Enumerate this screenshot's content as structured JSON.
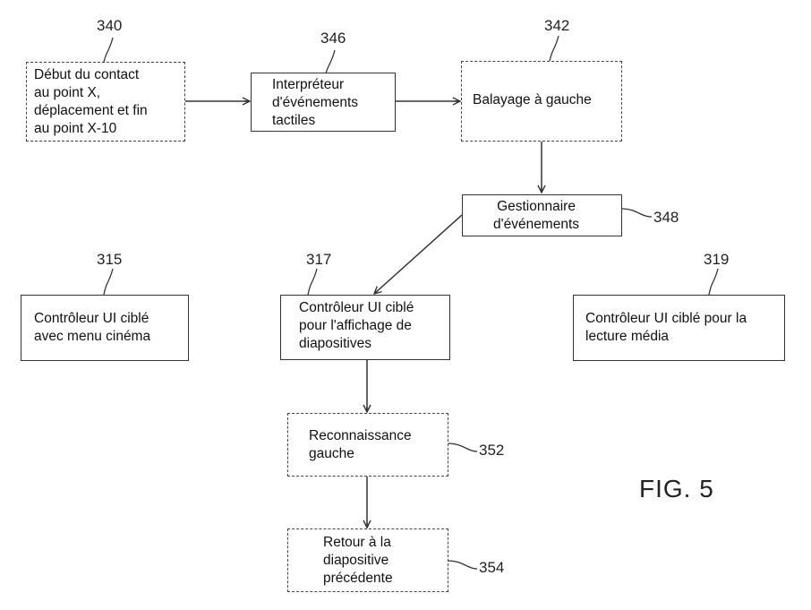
{
  "figure_label": "FIG. 5",
  "nodes": {
    "n340": {
      "ref": "340",
      "text": "Début du contact\nau point X,\ndéplacement et fin\nau point X-10",
      "style": "dashed"
    },
    "n346": {
      "ref": "346",
      "text": "Interpréteur\nd'événements\ntactiles",
      "style": "solid"
    },
    "n342": {
      "ref": "342",
      "text": "Balayage à gauche",
      "style": "dashed"
    },
    "n348": {
      "ref": "348",
      "text": "Gestionnaire\nd'événements",
      "style": "solid"
    },
    "n315": {
      "ref": "315",
      "text": "Contrôleur UI ciblé\navec menu cinéma",
      "style": "solid"
    },
    "n317": {
      "ref": "317",
      "text": "Contrôleur UI ciblé\npour l'affichage de\ndiapositives",
      "style": "solid"
    },
    "n319": {
      "ref": "319",
      "text": "Contrôleur UI ciblé pour la\nlecture média",
      "style": "solid"
    },
    "n352": {
      "ref": "352",
      "text": "Reconnaissance\ngauche",
      "style": "dashed"
    },
    "n354": {
      "ref": "354",
      "text": "Retour à la\ndiapositive\nprécédente",
      "style": "dashed"
    }
  },
  "edges": [
    {
      "from": "340",
      "to": "346"
    },
    {
      "from": "346",
      "to": "342"
    },
    {
      "from": "342",
      "to": "348"
    },
    {
      "from": "348",
      "to": "317"
    },
    {
      "from": "317",
      "to": "352"
    },
    {
      "from": "352",
      "to": "354"
    }
  ]
}
